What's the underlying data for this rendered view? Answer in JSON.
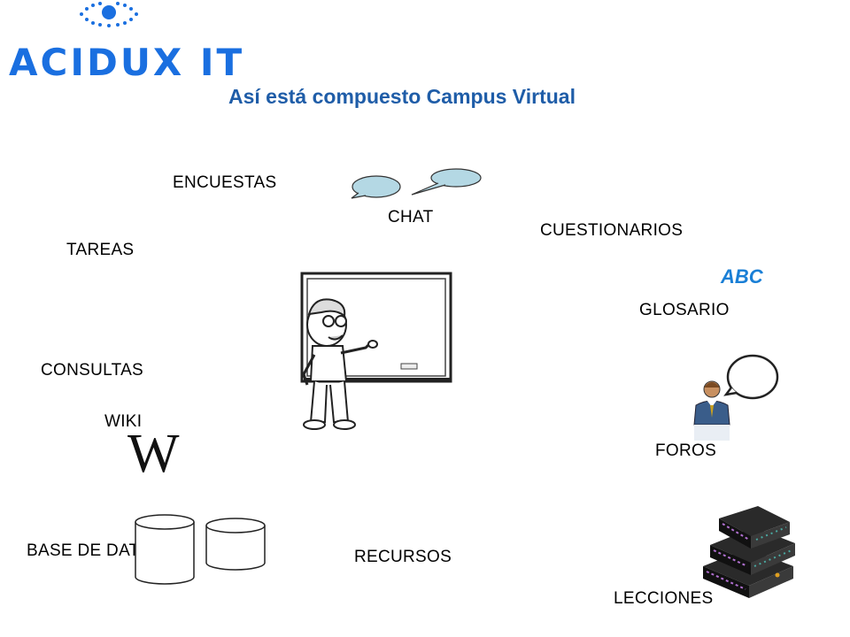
{
  "logo": {
    "text": "ACIDUX IT"
  },
  "title": "Así está compuesto Campus Virtual",
  "items": {
    "encuestas": "ENCUESTAS",
    "chat": "CHAT",
    "cuestionarios": "CUESTIONARIOS",
    "tareas": "TAREAS",
    "glosario": "GLOSARIO",
    "consultas": "CONSULTAS",
    "wiki": "WIKI",
    "foros": "FOROS",
    "base_de_datos": "BASE DE DATOS",
    "recursos": "RECURSOS",
    "lecciones": "LECCIONES"
  },
  "glosario_icon_text": "ABC",
  "wiki_icon_text": "W",
  "colors": {
    "title": "#1f5da8",
    "logo": "#1a6fe0",
    "abc": "#1a7fd6",
    "chat_bubble": "#b4d8e4"
  },
  "icons": [
    "eye-logo-icon",
    "chat-bubbles-icon",
    "teacher-whiteboard-icon",
    "wikipedia-w-icon",
    "database-cylinders-icon",
    "person-speech-icon",
    "books-stack-icon"
  ]
}
